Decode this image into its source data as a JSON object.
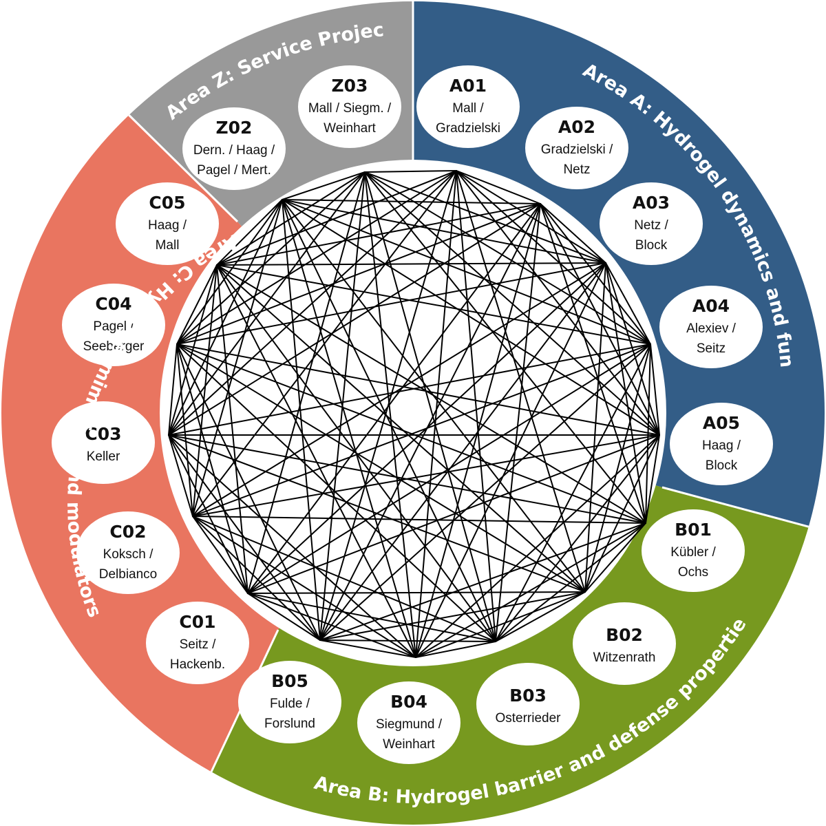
{
  "areas": [
    {
      "id": "A",
      "label": "Area A: Hydrogel dynamics and function",
      "color": "#335d87"
    },
    {
      "id": "B",
      "label": "Area B: Hydrogel barrier and defense properties",
      "color": "#77991f"
    },
    {
      "id": "C",
      "label": "Area C: Hydrogel mimetics and modulators",
      "color": "#e97560"
    },
    {
      "id": "Z",
      "label": "Area Z: Service Projects",
      "color": "#999999"
    }
  ],
  "projects": [
    {
      "code": "A01",
      "lines": [
        "Mall /",
        "Gradzielski"
      ]
    },
    {
      "code": "A02",
      "lines": [
        "Gradzielski /",
        "Netz"
      ]
    },
    {
      "code": "A03",
      "lines": [
        "Netz /",
        "Block"
      ]
    },
    {
      "code": "A04",
      "lines": [
        "Alexiev /",
        "Seitz"
      ]
    },
    {
      "code": "A05",
      "lines": [
        "Haag /",
        "Block"
      ]
    },
    {
      "code": "B01",
      "lines": [
        "Kübler /",
        "Ochs"
      ]
    },
    {
      "code": "B02",
      "lines": [
        "Witzenrath"
      ]
    },
    {
      "code": "B03",
      "lines": [
        "Osterrieder"
      ]
    },
    {
      "code": "B04",
      "lines": [
        "Siegmund /",
        "Weinhart"
      ]
    },
    {
      "code": "B05",
      "lines": [
        "Fulde /",
        "Forslund"
      ]
    },
    {
      "code": "C01",
      "lines": [
        "Seitz /",
        "Hackenb."
      ]
    },
    {
      "code": "C02",
      "lines": [
        "Koksch /",
        "Delbianco"
      ]
    },
    {
      "code": "C03",
      "lines": [
        "Keller"
      ]
    },
    {
      "code": "C04",
      "lines": [
        "Pagel /",
        "Seeberger"
      ]
    },
    {
      "code": "C05",
      "lines": [
        "Haag /",
        "Mall"
      ]
    },
    {
      "code": "Z02",
      "lines": [
        "Dern. / Haag /",
        "Pagel / Mert."
      ]
    },
    {
      "code": "Z03",
      "lines": [
        "Mall / Siegm. /",
        "Weinhart"
      ]
    }
  ]
}
